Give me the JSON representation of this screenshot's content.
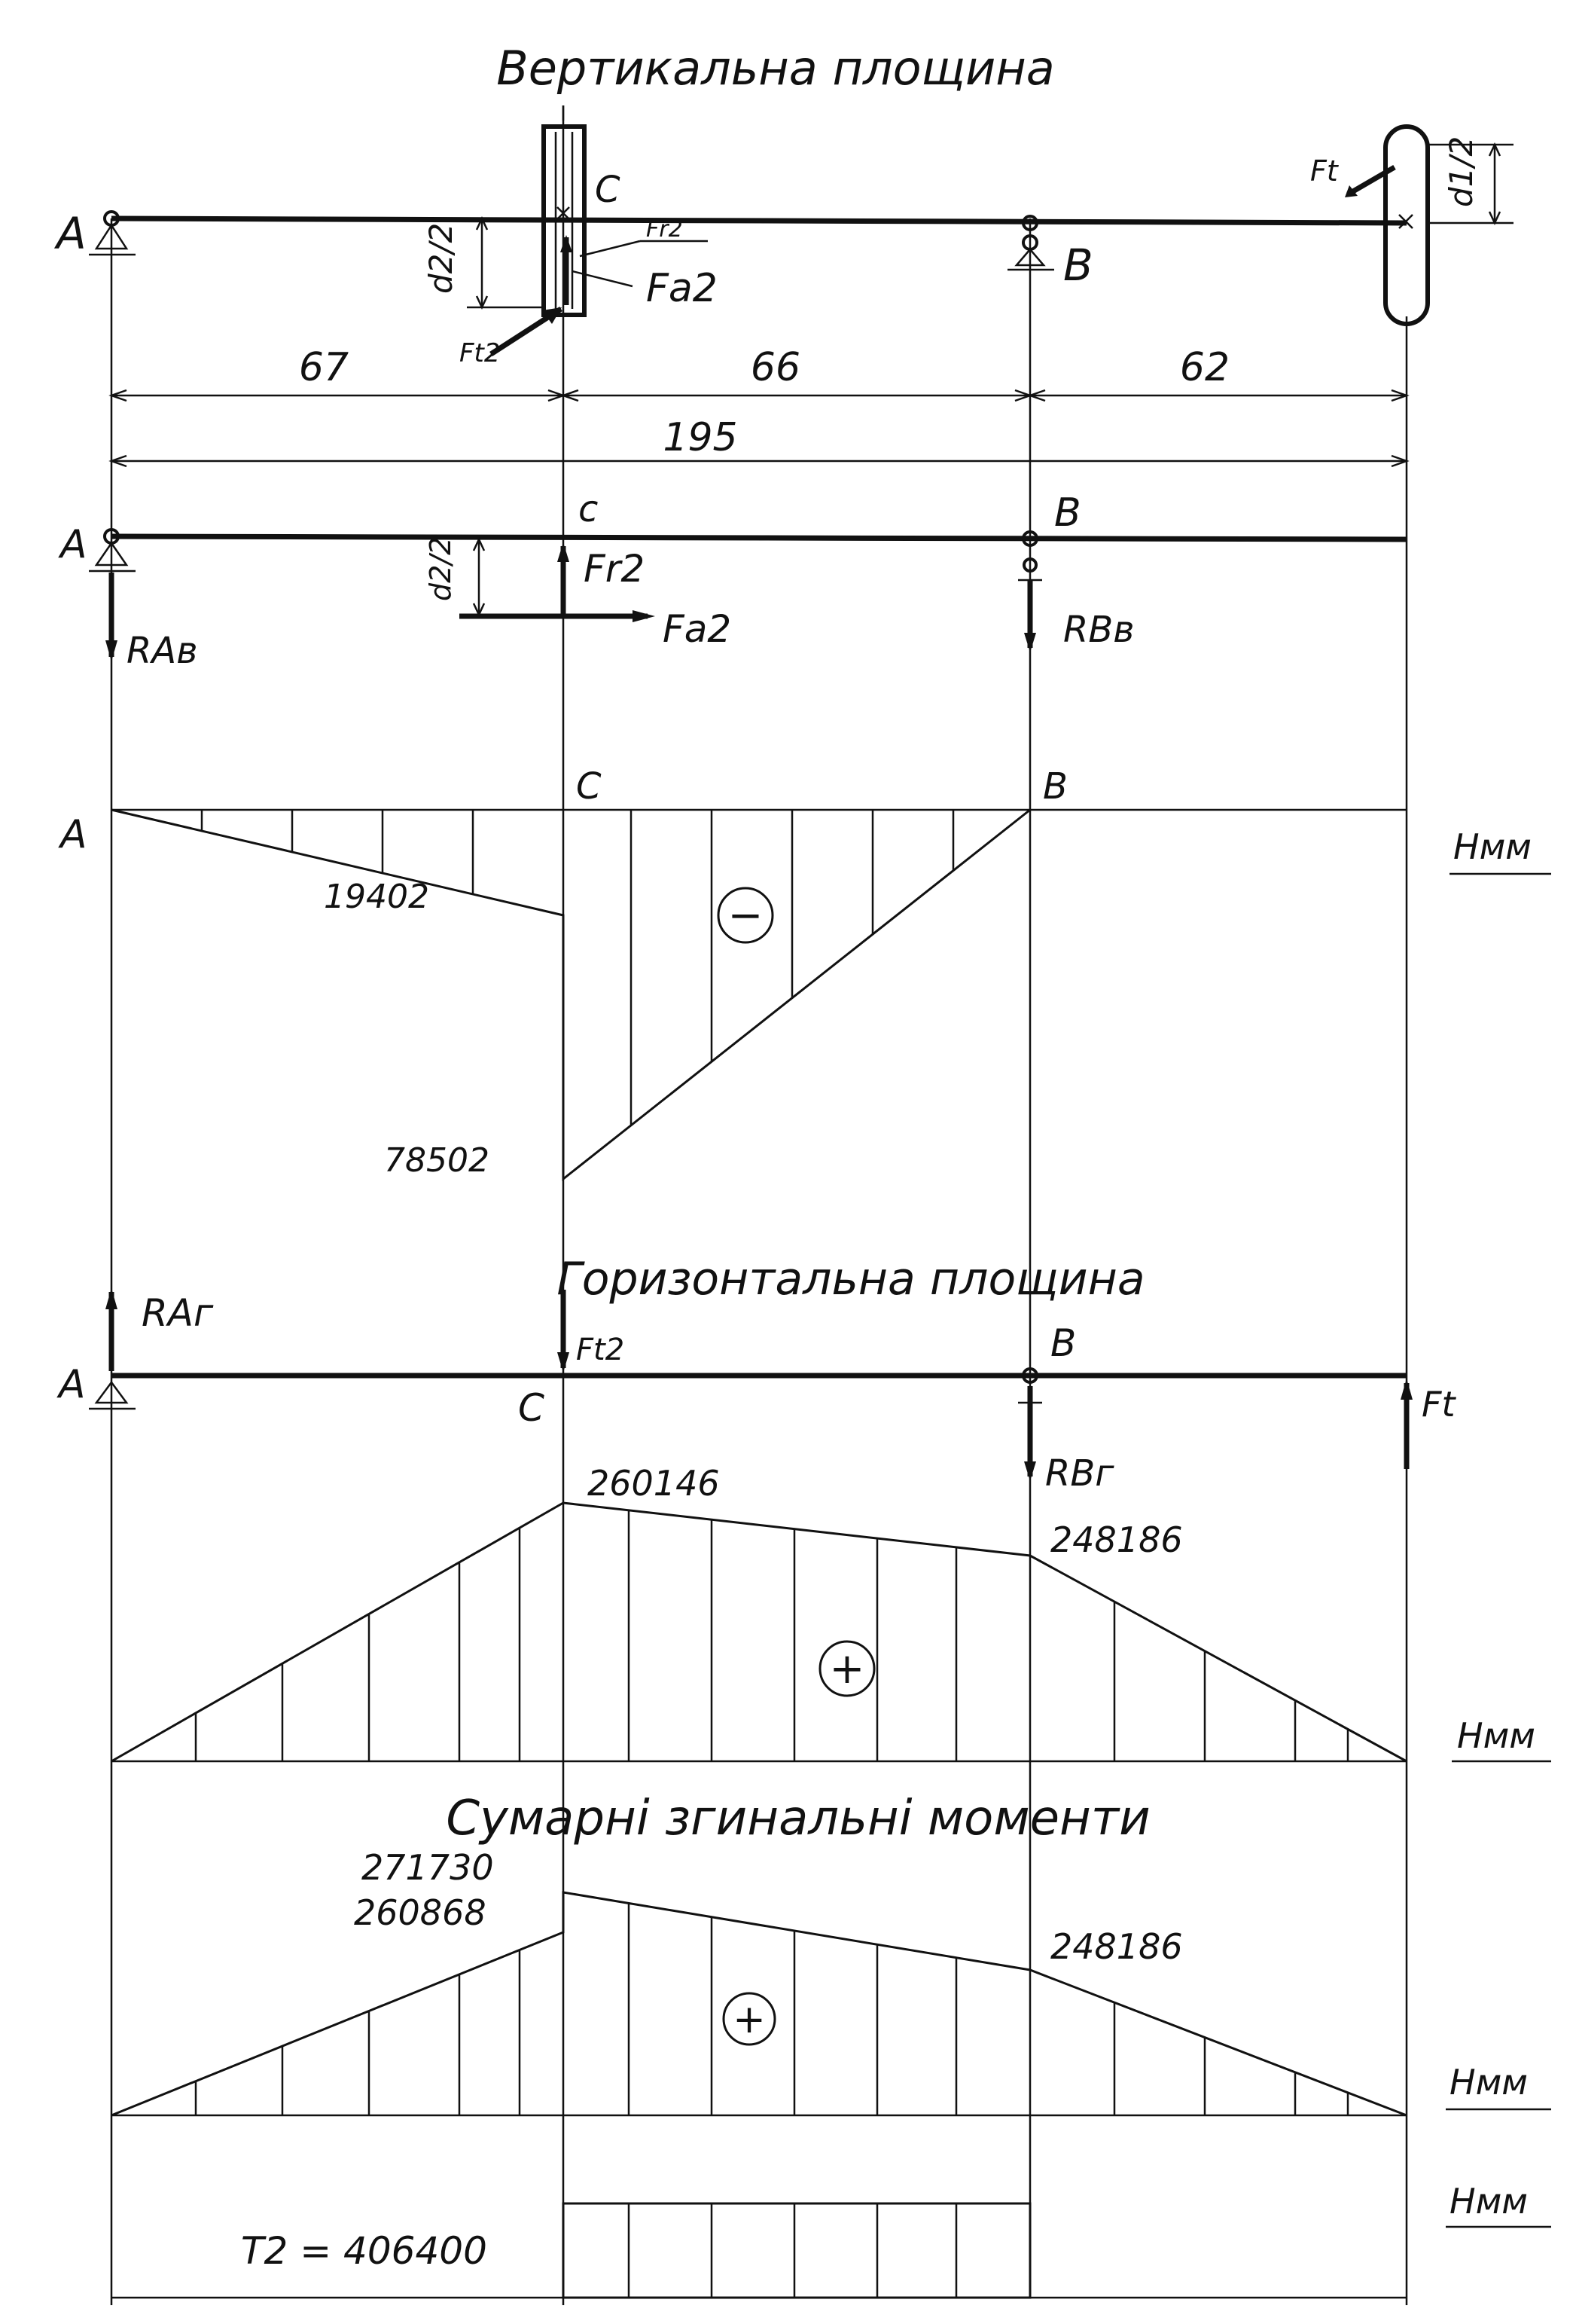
{
  "sections": {
    "vertical_title": "Вертикальна площина",
    "horizontal_title": "Горизонтальна площина",
    "total_title": "Сумарні згинальні моменти"
  },
  "points": {
    "a": "A",
    "b": "B",
    "c_upper": "C",
    "c_lower": "c",
    "c_diag": "C"
  },
  "forces": {
    "fr2": "Fr2",
    "fa2": "Fa2",
    "ft2": "Ft2",
    "ft": "Ft",
    "fr2_small": "Fr2",
    "rav": "RAв",
    "rbv": "RBв",
    "rag": "RAг",
    "rbg": "RBг"
  },
  "dims": {
    "d2_half": "d2/2",
    "d1_half": "d1/2",
    "ac": "67",
    "cb": "66",
    "bd": "62",
    "total": "195"
  },
  "moments": {
    "vert_left": "19402",
    "vert_right": "78502",
    "horiz_c": "260146",
    "horiz_b": "248186",
    "sum_c_right": "271730",
    "sum_c_left": "260868",
    "sum_b": "248186",
    "torque": "T2 = 406400"
  },
  "units": {
    "u1": "Hмм",
    "u2": "Hмм",
    "u3": "Hмм",
    "u4": "Hмм"
  },
  "signs": {
    "minus": "−",
    "plus1": "+",
    "plus2": "+"
  }
}
